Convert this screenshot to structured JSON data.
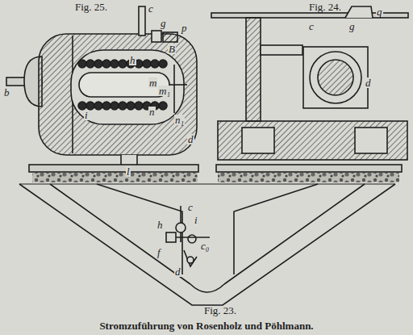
{
  "diagram": {
    "caption": "Stromzuführung von Rosenholz und Pöhlmann.",
    "labels": [
      "Fig. 25.",
      "Fig. 24.",
      "c",
      "g",
      "B",
      "p",
      "h",
      "b",
      "m",
      "m₁",
      "n",
      "n₁",
      "i",
      "l",
      "d",
      "c",
      "g",
      "q",
      "d",
      "c",
      "i",
      "h",
      "c₀",
      "f",
      "d",
      "Fig. 23."
    ]
  }
}
